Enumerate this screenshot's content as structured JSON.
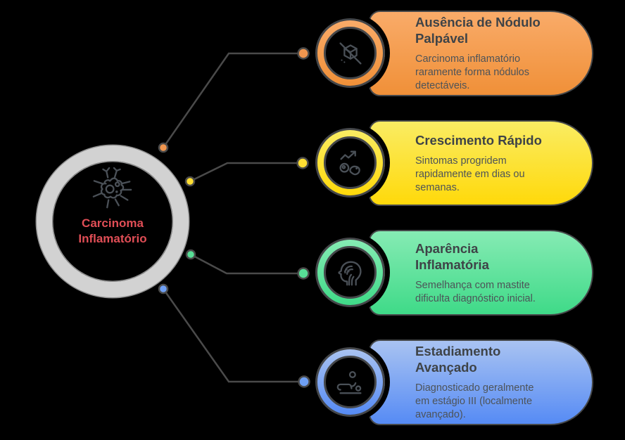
{
  "center": {
    "icon": "cancer-cell-icon",
    "line1": "Carcinoma",
    "line2": "Inflamatório",
    "text_color": "#E04E56"
  },
  "theme": {
    "background": "#000000",
    "connector": "#4A4A4A",
    "hub_ring": "#D2D2D2",
    "card_border": "#46484A",
    "title_color": "#3E4347",
    "body_color": "#4D5358",
    "icon_color": "#4A5057"
  },
  "cards": [
    {
      "title": "Ausência de Nódulo\nPalpável",
      "body": "Carcinoma inflamatório\nraramente forma nódulos\ndetectáveis.",
      "icon": "no-nodule-icon",
      "accent": "#F0964F",
      "gradient_top": "#F9AB69",
      "gradient_bottom": "#F09038"
    },
    {
      "title": "Crescimento Rápido",
      "body": "Sintomas progridem\nrapidamente em dias ou\nsemanas.",
      "icon": "rapid-growth-icon",
      "accent": "#FFDE33",
      "gradient_top": "#FAEC63",
      "gradient_bottom": "#FFD90A"
    },
    {
      "title": "Aparência\nInflamatória",
      "body": "Semelhança com mastite\ndificulta diagnóstico inicial.",
      "icon": "inflammation-icon",
      "accent": "#58DF97",
      "gradient_top": "#86EBB4",
      "gradient_bottom": "#3FDA88"
    },
    {
      "title": "Estadiamento\nAvançado",
      "body": "Diagnosticado geralmente\nem estágio III (localmente\navançado).",
      "icon": "advanced-staging-icon",
      "accent": "#6FA0F4",
      "gradient_top": "#A9C3F2",
      "gradient_bottom": "#568BF4"
    }
  ]
}
